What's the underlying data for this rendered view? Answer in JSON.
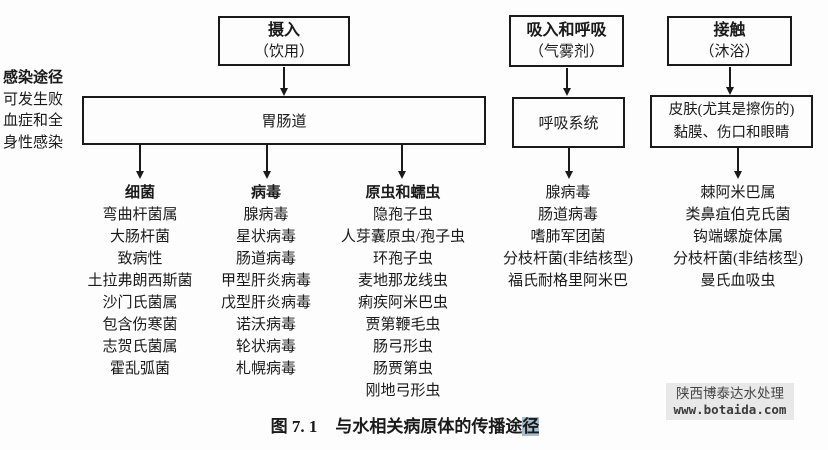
{
  "left_note": {
    "title": "感染途径",
    "line1": "可发生败",
    "line2": "血症和全",
    "line3": "身性感染"
  },
  "top_boxes": {
    "ingestion": {
      "title": "摄入",
      "subtitle": "（饮用）"
    },
    "inhalation": {
      "title": "吸入和呼吸",
      "subtitle": "（气雾剂）"
    },
    "contact": {
      "title": "接触",
      "subtitle": "（沐浴）"
    }
  },
  "target_boxes": {
    "gastrointestinal": "胃肠道",
    "respiratory": "呼吸系统",
    "skin_line1": "皮肤(尤其是擦伤的)",
    "skin_line2": "黏膜、伤口和眼睛"
  },
  "columns": {
    "bacteria": {
      "header": "细菌",
      "items": [
        "弯曲杆菌属",
        "大肠杆菌",
        "致病性",
        "土拉弗朗西斯菌",
        "沙门氏菌属",
        "包含伤寒菌",
        "志贺氏菌属",
        "霍乱弧菌"
      ]
    },
    "viruses": {
      "header": "病毒",
      "items": [
        "腺病毒",
        "星状病毒",
        "肠道病毒",
        "甲型肝炎病毒",
        "戊型肝炎病毒",
        "诺沃病毒",
        "轮状病毒",
        "札幌病毒"
      ]
    },
    "protozoa_helminths": {
      "header": "原虫和蠕虫",
      "items": [
        "隐孢子虫",
        "人芽囊原虫/孢子虫",
        "环孢子虫",
        "麦地那龙线虫",
        "痢疾阿米巴虫",
        "贾第鞭毛虫",
        "肠弓形虫",
        "肠贾第虫",
        "刚地弓形虫"
      ]
    },
    "respiratory_pathogens": {
      "items": [
        "腺病毒",
        "肠道病毒",
        "嗜肺军团菌",
        "分枝杆菌(非结核型)",
        "福氏耐格里阿米巴"
      ]
    },
    "contact_pathogens": {
      "items": [
        "棘阿米巴属",
        "类鼻疽伯克氏菌",
        "钩端螺旋体属",
        "分枝杆菌(非结核型)",
        "曼氏血吸虫"
      ]
    }
  },
  "caption": {
    "prefix": "图 7. 1",
    "text": "与水相关病原体的传播途",
    "highlighted_char": "径"
  },
  "watermark": {
    "line1": "陕西博泰达水处理",
    "line2": "www.botaida.com"
  },
  "colors": {
    "highlight": "#a6becd",
    "watermark_bg": "#e8e8e8",
    "line": "#1a1a1a",
    "background": "#fdfdfd"
  }
}
